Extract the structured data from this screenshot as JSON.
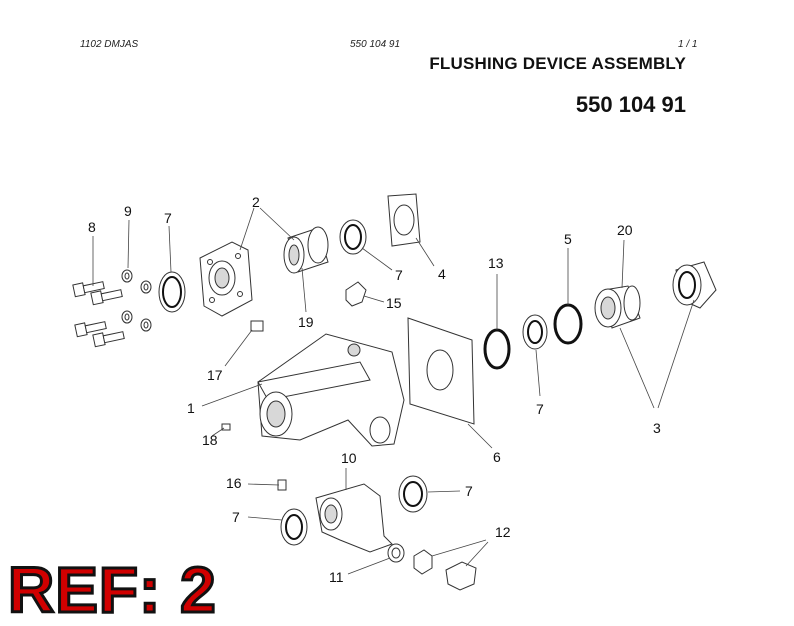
{
  "header": {
    "left_code": "1102 DMJAS",
    "center_code": "550 104 91",
    "page_indicator": "1 /   1"
  },
  "title": "FLUSHING DEVICE ASSEMBLY",
  "part_number": "550 104 91",
  "ref_label": "REF: 2",
  "callouts": [
    "1",
    "2",
    "3",
    "4",
    "5",
    "6",
    "7",
    "7",
    "7",
    "7",
    "7",
    "8",
    "9",
    "10",
    "11",
    "12",
    "13",
    "15",
    "16",
    "17",
    "18",
    "19",
    "20"
  ]
}
